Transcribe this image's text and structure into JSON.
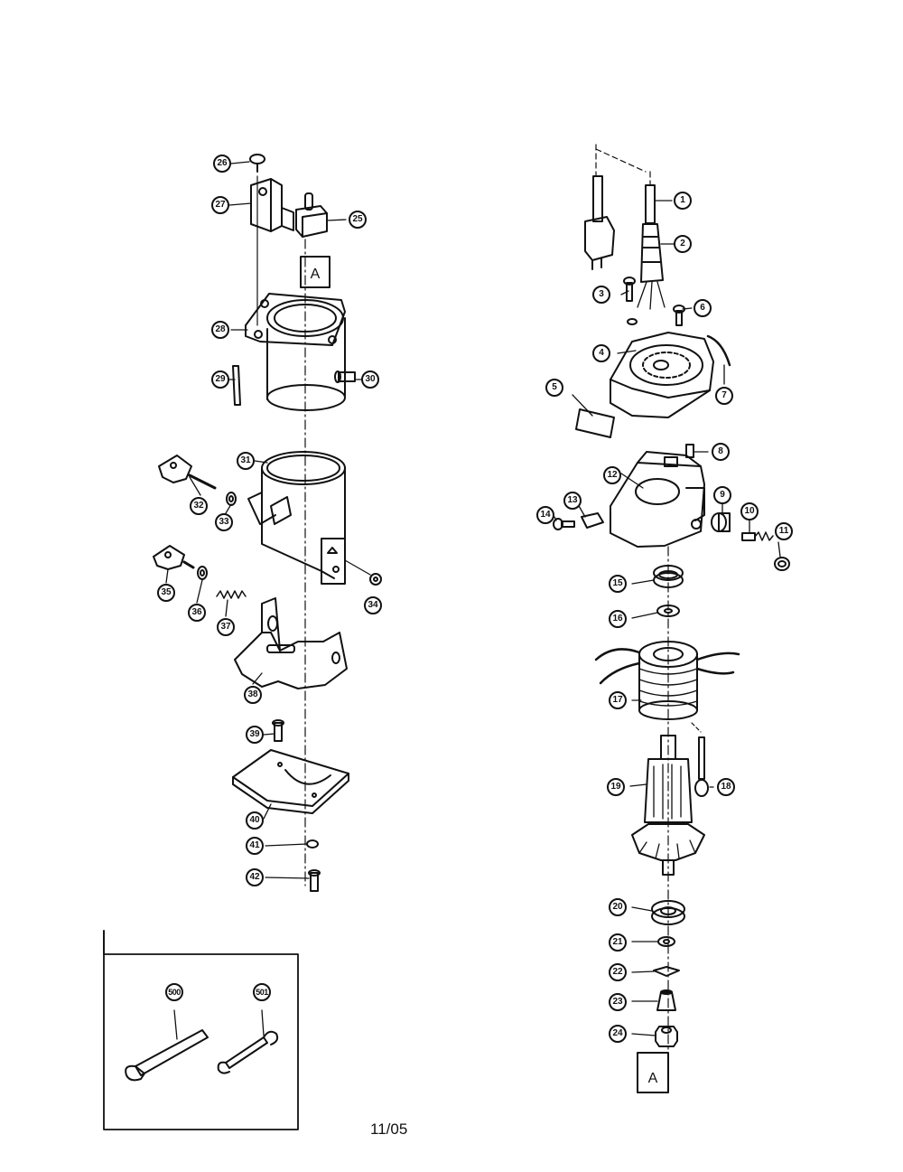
{
  "callouts": [
    {
      "id": "c26",
      "label": "26"
    },
    {
      "id": "c27",
      "label": "27"
    },
    {
      "id": "c25",
      "label": "25"
    },
    {
      "id": "c28",
      "label": "28"
    },
    {
      "id": "c29",
      "label": "29"
    },
    {
      "id": "c30",
      "label": "30"
    },
    {
      "id": "c31",
      "label": "31"
    },
    {
      "id": "c32",
      "label": "32"
    },
    {
      "id": "c33",
      "label": "33"
    },
    {
      "id": "c34",
      "label": "34"
    },
    {
      "id": "c35",
      "label": "35"
    },
    {
      "id": "c36",
      "label": "36"
    },
    {
      "id": "c37",
      "label": "37"
    },
    {
      "id": "c38",
      "label": "38"
    },
    {
      "id": "c39",
      "label": "39"
    },
    {
      "id": "c40",
      "label": "40"
    },
    {
      "id": "c41",
      "label": "41"
    },
    {
      "id": "c42",
      "label": "42"
    },
    {
      "id": "c1",
      "label": "1"
    },
    {
      "id": "c2",
      "label": "2"
    },
    {
      "id": "c3",
      "label": "3"
    },
    {
      "id": "c6",
      "label": "6"
    },
    {
      "id": "c4",
      "label": "4"
    },
    {
      "id": "c5",
      "label": "5"
    },
    {
      "id": "c7",
      "label": "7"
    },
    {
      "id": "c8",
      "label": "8"
    },
    {
      "id": "c12",
      "label": "12"
    },
    {
      "id": "c13",
      "label": "13"
    },
    {
      "id": "c14",
      "label": "14"
    },
    {
      "id": "c9",
      "label": "9"
    },
    {
      "id": "c10",
      "label": "10"
    },
    {
      "id": "c11",
      "label": "11"
    },
    {
      "id": "c15",
      "label": "15"
    },
    {
      "id": "c16",
      "label": "16"
    },
    {
      "id": "c17",
      "label": "17"
    },
    {
      "id": "c19",
      "label": "19"
    },
    {
      "id": "c18",
      "label": "18"
    },
    {
      "id": "c20",
      "label": "20"
    },
    {
      "id": "c21",
      "label": "21"
    },
    {
      "id": "c22",
      "label": "22"
    },
    {
      "id": "c23",
      "label": "23"
    },
    {
      "id": "c24",
      "label": "24"
    },
    {
      "id": "c500",
      "label": "500"
    },
    {
      "id": "c501",
      "label": "501"
    }
  ],
  "ref_tags": {
    "top": "A",
    "bottom": "A"
  },
  "footer": {
    "date": "11/05"
  },
  "line_color": "#111111"
}
